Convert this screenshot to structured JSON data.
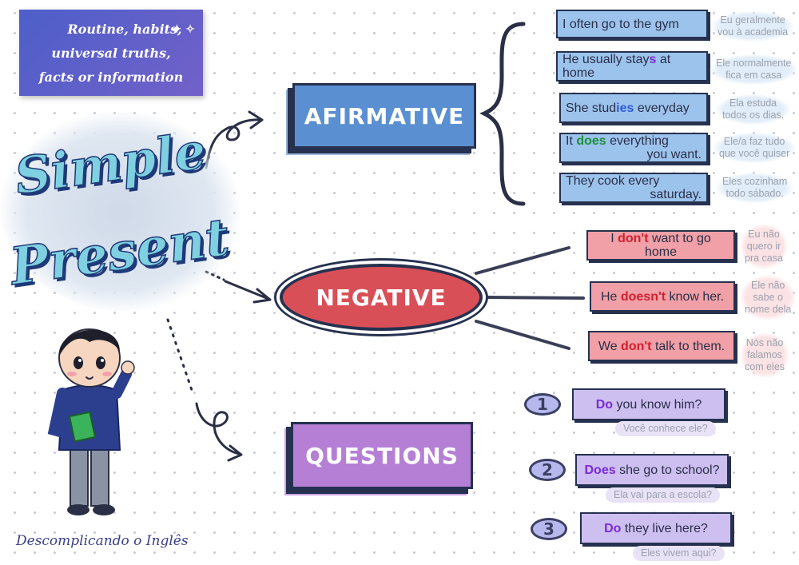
{
  "note": {
    "lines": [
      "Routine, habits,",
      "universal truths,",
      "facts or information"
    ],
    "sparkles": "✦ ✧"
  },
  "title": {
    "line1": "Simple",
    "line2": "Present"
  },
  "affirmative": {
    "label": "AFIRMATIVE",
    "color": "#5a8fd1",
    "items": [
      {
        "pre": "I often go to the gym",
        "hl": "",
        "post": "",
        "post2": "",
        "translation_1": "Eu geralmente",
        "translation_2": "vou à academia"
      },
      {
        "pre": "He usually stay",
        "hl": "s",
        "post": " at home",
        "post2": "",
        "translation_1": "Ele normalmente",
        "translation_2": "fica em casa"
      },
      {
        "pre": "She stud",
        "hl": "ies",
        "post": " everyday",
        "post2": "",
        "translation_1": "Ela estuda",
        "translation_2": "todos os dias."
      },
      {
        "pre": "It ",
        "hl": "does",
        "post": " everything",
        "post2": "you want.",
        "translation_1": "Ele/a faz tudo",
        "translation_2": "que você quiser"
      },
      {
        "pre": "They cook every",
        "hl": "",
        "post": "",
        "post2": "saturday.",
        "translation_1": "Eles cozinham",
        "translation_2": "todo sábado."
      }
    ]
  },
  "negative": {
    "label": "NEGATIVE",
    "color": "#d94f58",
    "items": [
      {
        "pre": "I ",
        "hl": "don't",
        "post": " want to go home",
        "translation": [
          "Eu não",
          "quero ir",
          "pra casa"
        ]
      },
      {
        "pre": "He ",
        "hl": "doesn't",
        "post": " know her.",
        "translation": [
          "Ele não",
          "sabe o",
          "nome dela"
        ]
      },
      {
        "pre": "We ",
        "hl": "don't",
        "post": " talk to them.",
        "translation": [
          "Nós não",
          "falamos",
          "com eles"
        ]
      }
    ]
  },
  "questions": {
    "label": "QUESTIONS",
    "color": "#b57fd6",
    "items": [
      {
        "num": "1",
        "hl": "Do",
        "post": " you know him?",
        "translation": "Você conhece ele?"
      },
      {
        "num": "2",
        "hl": "Does",
        "post": " she go to school?",
        "translation": "Ela vai para a escola?"
      },
      {
        "num": "3",
        "hl": "Do",
        "post": " they live here?",
        "translation": "Eles vivem aqui?"
      }
    ]
  },
  "footer": "Descomplicando o Inglês",
  "icons": [
    "curly-arrow-icon",
    "brace-icon",
    "student-character-illustration",
    "sparkle-icon"
  ]
}
